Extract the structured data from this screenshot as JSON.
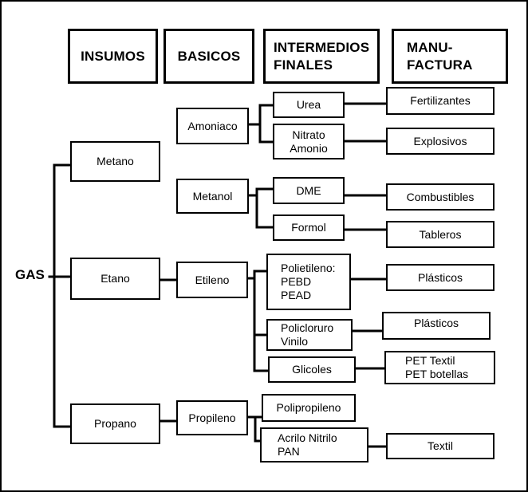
{
  "headers": {
    "insumos": "INSUMOS",
    "basicos": "BASICOS",
    "intermedios": "INTERMEDIOS\nFINALES",
    "manufactura": "MANU-\nFACTURA"
  },
  "root": "GAS",
  "insumos": {
    "metano": "Metano",
    "etano": "Etano",
    "propano": "Propano"
  },
  "basicos": {
    "amoniaco": "Amoniaco",
    "metanol": "Metanol",
    "etileno": "Etileno",
    "propileno": "Propileno"
  },
  "intermedios": {
    "urea": "Urea",
    "nitrato_amonio": "Nitrato\nAmonio",
    "dme": "DME",
    "formol": "Formol",
    "polietileno": "Polietileno:\nPEBD\nPEAD",
    "policloruro_vinilo": "Policloruro\nVinilo",
    "glicoles": "Glicoles",
    "polipropileno": "Polipropileno",
    "acrilo_nitrilo": "Acrilo Nitrilo\nPAN"
  },
  "manufactura": {
    "fertilizantes": "Fertilizantes",
    "explosivos": "Explosivos",
    "combustibles": "Combustibles",
    "tableros": "Tableros",
    "plasticos_1": "Plásticos",
    "plasticos_2": "Plásticos",
    "pet": "PET Textil\nPET botellas",
    "textil": "Textil"
  }
}
